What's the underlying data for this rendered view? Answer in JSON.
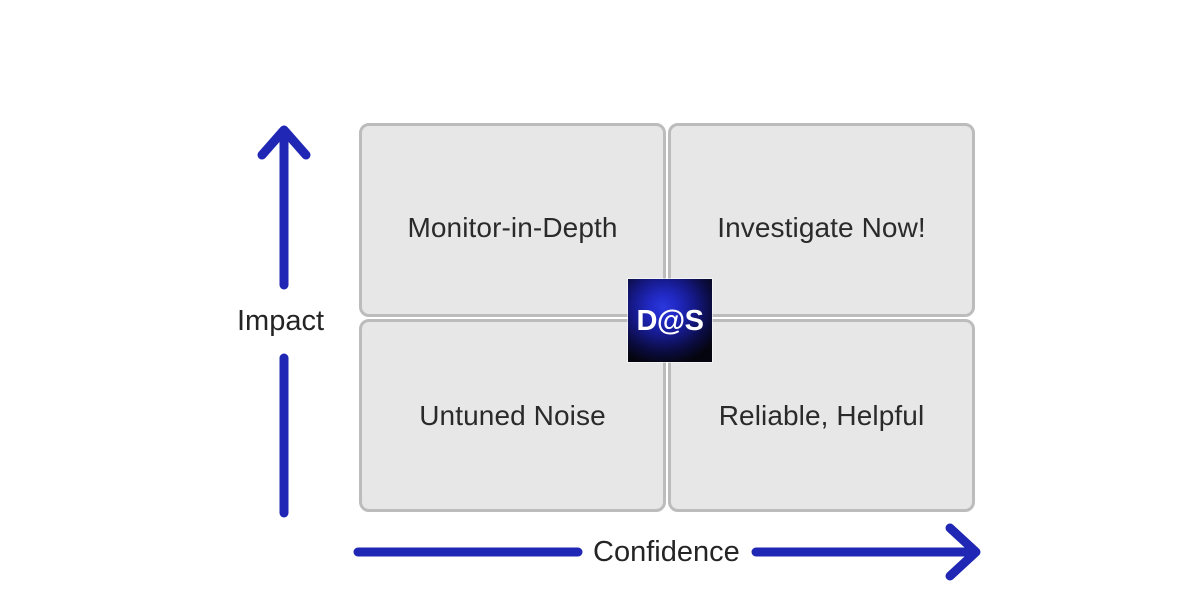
{
  "diagram": {
    "type": "2x2-quadrant-matrix",
    "title": "",
    "background_color": "#ffffff",
    "accent_color": "#1f27b4",
    "quadrant_fill": "#e7e7e7",
    "quadrant_border": "#bcbcbc",
    "text_color": "#2a2a2a"
  },
  "axes": {
    "y": {
      "label": "Impact",
      "direction": "up",
      "arrow_icon": "arrow-up-icon",
      "color": "#1f27b4"
    },
    "x": {
      "label": "Confidence",
      "direction": "right",
      "arrow_icon": "arrow-right-icon",
      "color": "#1f27b4"
    }
  },
  "quadrants": [
    {
      "id": "top-left",
      "label": "Monitor-in-Depth",
      "impact": "high",
      "confidence": "low"
    },
    {
      "id": "top-right",
      "label": "Investigate Now!",
      "impact": "high",
      "confidence": "high"
    },
    {
      "id": "bottom-left",
      "label": "Untuned Noise",
      "impact": "low",
      "confidence": "low"
    },
    {
      "id": "bottom-right",
      "label": "Reliable, Helpful",
      "impact": "low",
      "confidence": "high"
    }
  ],
  "badge": {
    "text": "D@S",
    "text_color": "#ffffff",
    "gradient_center_color": "#2b38dd",
    "gradient_edge_color": "#05050f"
  }
}
